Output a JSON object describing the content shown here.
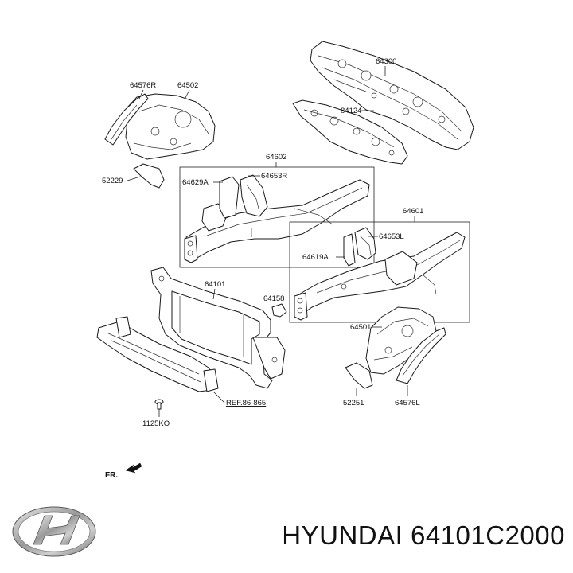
{
  "labels": {
    "l64300": "64300",
    "l84124": "84124",
    "l64576R": "64576R",
    "l64502": "64502",
    "l52229": "52229",
    "l64602": "64602",
    "l64629A": "64629A",
    "l64653R": "64653R",
    "l64601": "64601",
    "l64653L": "64653L",
    "l64619A": "64619A",
    "l64101": "64101",
    "l64158": "64158",
    "l64501": "64501",
    "l52251": "52251",
    "l64576L": "64576L",
    "lref": "REF.86-865",
    "l1125KO": "1125KO",
    "lfr": "FR."
  },
  "footer": {
    "caption": "HYUNDAI 64101C2000",
    "logo_icon": "hyundai-logo-icon"
  }
}
